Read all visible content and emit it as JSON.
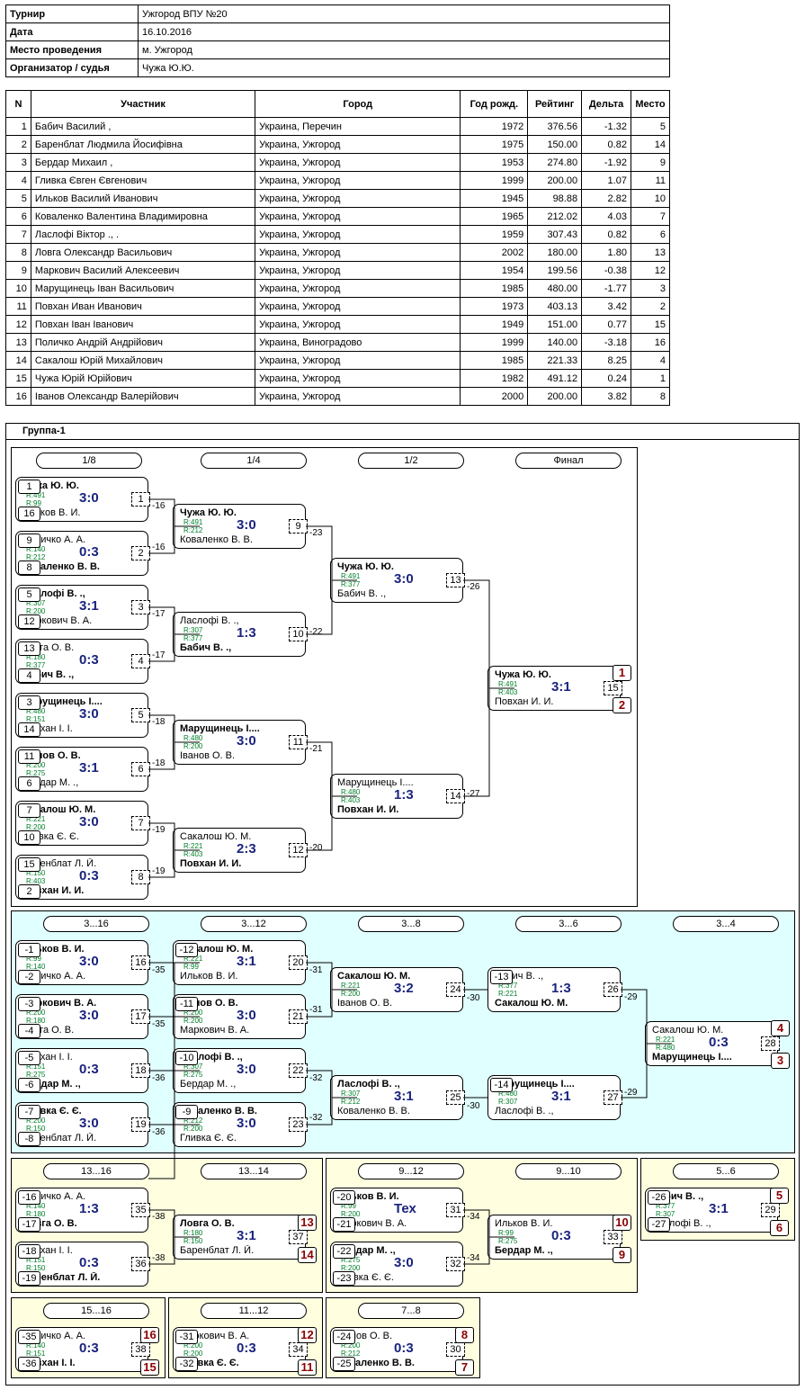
{
  "info": [
    {
      "label": "Турнир",
      "value": "Ужгород ВПУ №20"
    },
    {
      "label": "Дата",
      "value": "16.10.2016"
    },
    {
      "label": "Место проведения",
      "value": "м. Ужгород"
    },
    {
      "label": "Организатор / судья",
      "value": "Чужа Ю.Ю."
    }
  ],
  "columns": [
    "N",
    "Участник",
    "Город",
    "Год рожд.",
    "Рейтинг",
    "Дельта",
    "Место"
  ],
  "players": [
    [
      "1",
      "Бабич Василий ,",
      "Украина, Перечин",
      "1972",
      "376.56",
      "-1.32",
      "5"
    ],
    [
      "2",
      "Баренблат Людмила Йосифівна",
      "Украина, Ужгород",
      "1975",
      "150.00",
      "0.82",
      "14"
    ],
    [
      "3",
      "Бердар Михаил ,",
      "Украина, Ужгород",
      "1953",
      "274.80",
      "-1.92",
      "9"
    ],
    [
      "4",
      "Гливка Євген Євгенович",
      "Украина, Ужгород",
      "1999",
      "200.00",
      "1.07",
      "11"
    ],
    [
      "5",
      "Ильков Василий Иванович",
      "Украина, Ужгород",
      "1945",
      "98.88",
      "2.82",
      "10"
    ],
    [
      "6",
      "Коваленко Валентина Владимировна",
      "Украина, Ужгород",
      "1965",
      "212.02",
      "4.03",
      "7"
    ],
    [
      "7",
      "Ласлофі Віктор ., .",
      "Украина, Ужгород",
      "1959",
      "307.43",
      "0.82",
      "6"
    ],
    [
      "8",
      "Ловга Олександр Васильович",
      "Украина, Ужгород",
      "2002",
      "180.00",
      "1.80",
      "13"
    ],
    [
      "9",
      "Маркович Василий Алексеевич",
      "Украина, Ужгород",
      "1954",
      "199.56",
      "-0.38",
      "12"
    ],
    [
      "10",
      "Марущинець Іван Васильович",
      "Украина, Ужгород",
      "1985",
      "480.00",
      "-1.77",
      "3"
    ],
    [
      "11",
      "Повхан Иван Иванович",
      "Украина, Ужгород",
      "1973",
      "403.13",
      "3.42",
      "2"
    ],
    [
      "12",
      "Повхан Іван Іванович",
      "Украина, Ужгород",
      "1949",
      "151.00",
      "0.77",
      "15"
    ],
    [
      "13",
      "Поличко Андрій Андрійович",
      "Украина, Виноградово",
      "1999",
      "140.00",
      "-3.18",
      "16"
    ],
    [
      "14",
      "Сакалош Юрій Михайлович",
      "Украина, Ужгород",
      "1985",
      "221.33",
      "8.25",
      "4"
    ],
    [
      "15",
      "Чужа Юрій Юрійович",
      "Украина, Ужгород",
      "1982",
      "491.12",
      "0.24",
      "1"
    ],
    [
      "16",
      "Іванов Олександр Валерійович",
      "Украина, Ужгород",
      "2000",
      "200.00",
      "3.82",
      "8"
    ]
  ],
  "group_title": "Группа-1",
  "colors": {
    "main": "#ffffff",
    "lower": "#e0ffff",
    "minor": "#ffffe0",
    "score": "#1a237e",
    "rating": "#00802b",
    "place": "#8b0000"
  },
  "rounds": [
    "1/8",
    "1/4",
    "1/2",
    "Финал",
    "3...16",
    "3...12",
    "3...8",
    "3...6",
    "3...4",
    "13...16",
    "13...14",
    "9...12",
    "9...10",
    "5...6",
    "15...16",
    "11...12",
    "7...8"
  ],
  "matches": [
    {
      "n": "1",
      "p1": "Чужа Ю. Ю.",
      "r1": "R:491",
      "r2": "R:99",
      "p2": "Ильков В. И.",
      "s": "3:0",
      "w": 1
    },
    {
      "n": "2",
      "p1": "Поличко А. А.",
      "r1": "R:140",
      "r2": "R:212",
      "p2": "Коваленко В. В.",
      "s": "0:3",
      "w": 2
    },
    {
      "n": "3",
      "p1": "Ласлофі В. .,",
      "r1": "R:307",
      "r2": "R:200",
      "p2": "Маркович В. А.",
      "s": "3:1",
      "w": 1
    },
    {
      "n": "4",
      "p1": "Ловга О. В.",
      "r1": "R:180",
      "r2": "R:377",
      "p2": "Бабич В. .,",
      "s": "0:3",
      "w": 2
    },
    {
      "n": "5",
      "p1": "Марущинець І....",
      "r1": "R:480",
      "r2": "R:151",
      "p2": "Повхан І. І.",
      "s": "3:0",
      "w": 1
    },
    {
      "n": "6",
      "p1": "Іванов О. В.",
      "r1": "R:200",
      "r2": "R:275",
      "p2": "Бердар М. .,",
      "s": "3:1",
      "w": 1
    },
    {
      "n": "7",
      "p1": "Сакалош Ю. М.",
      "r1": "R:221",
      "r2": "R:200",
      "p2": "Гливка Є. Є.",
      "s": "3:0",
      "w": 1
    },
    {
      "n": "8",
      "p1": "Баренблат Л. Й.",
      "r1": "R:150",
      "r2": "R:403",
      "p2": "Повхан И. И.",
      "s": "0:3",
      "w": 2
    },
    {
      "n": "9",
      "p1": "Чужа Ю. Ю.",
      "r1": "R:491",
      "r2": "R:212",
      "p2": "Коваленко В. В.",
      "s": "3:0",
      "w": 1
    },
    {
      "n": "10",
      "p1": "Ласлофі В. .,",
      "r1": "R:307",
      "r2": "R:377",
      "p2": "Бабич В. .,",
      "s": "1:3",
      "w": 2
    },
    {
      "n": "11",
      "p1": "Марущинець І....",
      "r1": "R:480",
      "r2": "R:200",
      "p2": "Іванов О. В.",
      "s": "3:0",
      "w": 1
    },
    {
      "n": "12",
      "p1": "Сакалош Ю. М.",
      "r1": "R:221",
      "r2": "R:403",
      "p2": "Повхан И. И.",
      "s": "2:3",
      "w": 2
    },
    {
      "n": "13",
      "p1": "Чужа Ю. Ю.",
      "r1": "R:491",
      "r2": "R:377",
      "p2": "Бабич В. .,",
      "s": "3:0",
      "w": 1
    },
    {
      "n": "14",
      "p1": "Марущинець І....",
      "r1": "R:480",
      "r2": "R:403",
      "p2": "Повхан И. И.",
      "s": "1:3",
      "w": 2
    },
    {
      "n": "15",
      "p1": "Чужа Ю. Ю.",
      "r1": "R:491",
      "r2": "R:403",
      "p2": "Повхан И. И.",
      "s": "3:1",
      "w": 1
    },
    {
      "n": "16",
      "p1": "Ильков В. И.",
      "r1": "R:99",
      "r2": "R:140",
      "p2": "Поличко А. А.",
      "s": "3:0",
      "w": 1
    },
    {
      "n": "17",
      "p1": "Маркович В. А.",
      "r1": "R:200",
      "r2": "R:180",
      "p2": "Ловга О. В.",
      "s": "3:0",
      "w": 1
    },
    {
      "n": "18",
      "p1": "Повхан І. І.",
      "r1": "R:151",
      "r2": "R:275",
      "p2": "Бердар М. .,",
      "s": "0:3",
      "w": 2
    },
    {
      "n": "19",
      "p1": "Гливка Є. Є.",
      "r1": "R:200",
      "r2": "R:150",
      "p2": "Баренблат Л. Й.",
      "s": "3:0",
      "w": 1
    },
    {
      "n": "20",
      "p1": "Сакалош Ю. М.",
      "r1": "R:221",
      "r2": "R:99",
      "p2": "Ильков В. И.",
      "s": "3:1",
      "w": 1
    },
    {
      "n": "21",
      "p1": "Іванов О. В.",
      "r1": "R:200",
      "r2": "R:200",
      "p2": "Маркович В. А.",
      "s": "3:0",
      "w": 1
    },
    {
      "n": "22",
      "p1": "Ласлофі В. .,",
      "r1": "R:307",
      "r2": "R:275",
      "p2": "Бердар М. .,",
      "s": "3:0",
      "w": 1
    },
    {
      "n": "23",
      "p1": "Коваленко В. В.",
      "r1": "R:212",
      "r2": "R:200",
      "p2": "Гливка Є. Є.",
      "s": "3:0",
      "w": 1
    },
    {
      "n": "24",
      "p1": "Сакалош Ю. М.",
      "r1": "R:221",
      "r2": "R:200",
      "p2": "Іванов О. В.",
      "s": "3:2",
      "w": 1
    },
    {
      "n": "25",
      "p1": "Ласлофі В. .,",
      "r1": "R:307",
      "r2": "R:212",
      "p2": "Коваленко В. В.",
      "s": "3:1",
      "w": 1
    },
    {
      "n": "26",
      "p1": "Бабич В. .,",
      "r1": "R:377",
      "r2": "R:221",
      "p2": "Сакалош Ю. М.",
      "s": "1:3",
      "w": 2
    },
    {
      "n": "27",
      "p1": "Марущинець І....",
      "r1": "R:480",
      "r2": "R:307",
      "p2": "Ласлофі В. .,",
      "s": "3:1",
      "w": 1
    },
    {
      "n": "28",
      "p1": "Сакалош Ю. М.",
      "r1": "R:221",
      "r2": "R:480",
      "p2": "Марущинець І....",
      "s": "0:3",
      "w": 2
    },
    {
      "n": "35",
      "p1": "Поличко А. А.",
      "r1": "R:140",
      "r2": "R:180",
      "p2": "Ловга О. В.",
      "s": "1:3",
      "w": 2
    },
    {
      "n": "36",
      "p1": "Повхан І. І.",
      "r1": "R:151",
      "r2": "R:150",
      "p2": "Баренблат Л. Й.",
      "s": "0:3",
      "w": 2
    },
    {
      "n": "37",
      "p1": "Ловга О. В.",
      "r1": "R:180",
      "r2": "R:150",
      "p2": "Баренблат Л. Й.",
      "s": "3:1",
      "w": 1
    },
    {
      "n": "31",
      "p1": "Ильков В. И.",
      "r1": "R:99",
      "r2": "R:200",
      "p2": "Маркович В. А.",
      "s": "Тех",
      "w": 1
    },
    {
      "n": "32",
      "p1": "Бердар М. .,",
      "r1": "R:275",
      "r2": "R:200",
      "p2": "Гливка Є. Є.",
      "s": "3:0",
      "w": 1
    },
    {
      "n": "33",
      "p1": "Ильков В. И.",
      "r1": "R:99",
      "r2": "R:275",
      "p2": "Бердар М. .,",
      "s": "0:3",
      "w": 2
    },
    {
      "n": "29",
      "p1": "Бабич В. .,",
      "r1": "R:377",
      "r2": "R:307",
      "p2": "Ласлофі В. .,",
      "s": "3:1",
      "w": 1
    },
    {
      "n": "38",
      "p1": "Поличко А. А.",
      "r1": "R:140",
      "r2": "R:151",
      "p2": "Повхан І. І.",
      "s": "0:3",
      "w": 2
    },
    {
      "n": "34",
      "p1": "Маркович В. А.",
      "r1": "R:200",
      "r2": "R:200",
      "p2": "Гливка Є. Є.",
      "s": "0:3",
      "w": 2
    },
    {
      "n": "30",
      "p1": "Іванов О. В.",
      "r1": "R:200",
      "r2": "R:212",
      "p2": "Коваленко В. В.",
      "s": "0:3",
      "w": 2
    }
  ],
  "seeds": [
    "1",
    "16",
    "9",
    "8",
    "5",
    "12",
    "13",
    "4",
    "3",
    "14",
    "11",
    "6",
    "7",
    "10",
    "15",
    "2",
    "-1",
    "-2",
    "-3",
    "-4",
    "-5",
    "-6",
    "-7",
    "-8",
    "-12",
    "-11",
    "-10",
    "-9",
    "-13",
    "-14",
    "-16",
    "-17",
    "-18",
    "-19",
    "-20",
    "-21",
    "-22",
    "-23",
    "-26",
    "-27",
    "-35",
    "-36",
    "-31",
    "-32",
    "-24",
    "-25"
  ],
  "labels": [
    "-16",
    "-16",
    "-17",
    "-17",
    "-18",
    "-18",
    "-19",
    "-19",
    "-23",
    "-22",
    "-21",
    "-20",
    "-26",
    "-27",
    "-35",
    "-35",
    "-36",
    "-36",
    "-31",
    "-31",
    "-32",
    "-32",
    "-30",
    "-30",
    "-29",
    "-29",
    "-38",
    "-38",
    "-34",
    "-34"
  ],
  "places": [
    "1",
    "2",
    "4",
    "3",
    "13",
    "14",
    "10",
    "9",
    "5",
    "6",
    "16",
    "15",
    "12",
    "11",
    "8",
    "7"
  ]
}
